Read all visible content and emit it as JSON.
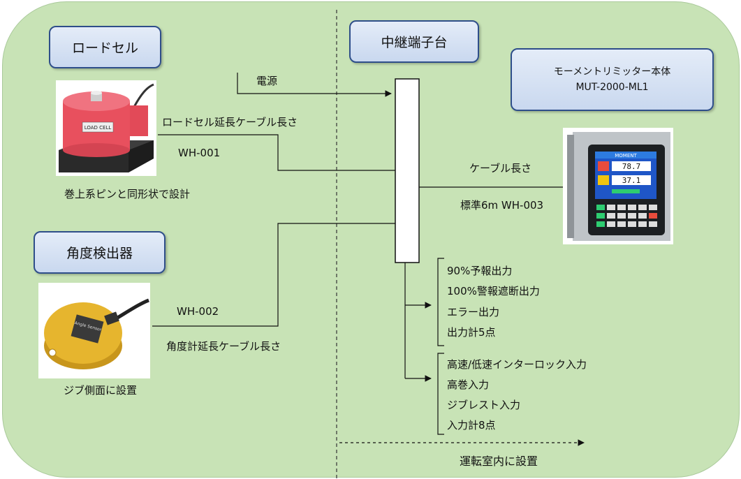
{
  "boxes": {
    "loadcell": "ロードセル",
    "relay": "中継端子台",
    "main_line1": "モーメントリミッター本体",
    "main_line2": "MUT-2000-ML1",
    "angle": "角度検出器"
  },
  "labels": {
    "power": "電源",
    "loadcell_cable": "ロードセル延長ケーブル長さ",
    "wh001": "WH-001",
    "loadcell_note": "巻上系ピンと同形状で設計",
    "cable_length": "ケーブル長さ",
    "wh003": "標準6m WH-003",
    "wh002": "WH-002",
    "angle_cable": "角度計延長ケーブル長さ",
    "angle_note": "ジブ側面に設置",
    "install_room": "運転室内に設置"
  },
  "outputs": [
    "90%予報出力",
    "100%警報遮断出力",
    "エラー出力",
    "出力計5点"
  ],
  "inputs": [
    "高速/低速インターロック入力",
    "高巻入力",
    "ジブレスト入力",
    "入力計8点"
  ],
  "device": {
    "screen_title": "MOMENT",
    "reading1": "78.7",
    "reading2": "37.1",
    "loadcell_plate": "LOAD CELL",
    "angle_plate": "Angle Sensor"
  },
  "colors": {
    "background": "#c8e3b6",
    "box_border": "#2e4e8a",
    "loadcell_red": "#e8505e",
    "angle_yellow": "#e6b52e"
  }
}
